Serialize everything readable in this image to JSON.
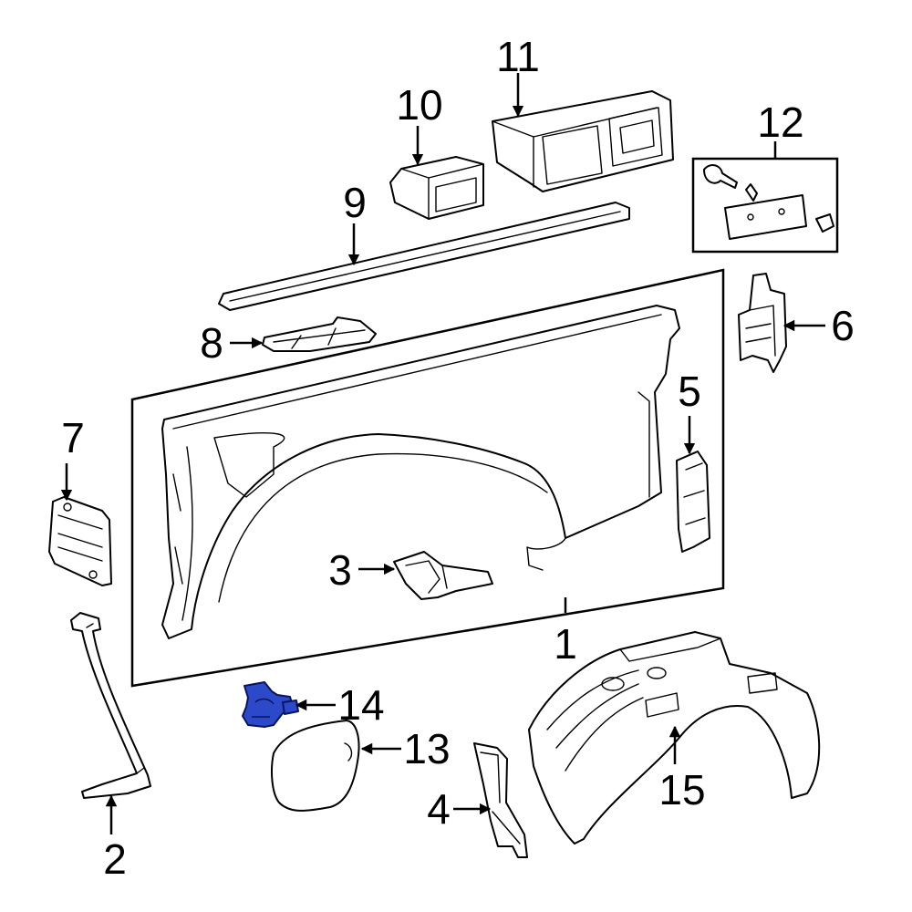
{
  "diagram": {
    "highlight_color": "#2b49c9",
    "line_color": "#000000",
    "background": "#ffffff",
    "callouts": [
      {
        "id": "1",
        "label": "1",
        "part": "side-panel-assembly"
      },
      {
        "id": "2",
        "label": "2",
        "part": "brace"
      },
      {
        "id": "3",
        "label": "3",
        "part": "wheelhouse-bracket"
      },
      {
        "id": "4",
        "label": "4",
        "part": "rear-support"
      },
      {
        "id": "5",
        "label": "5",
        "part": "corner-bracket"
      },
      {
        "id": "6",
        "label": "6",
        "part": "tail-gate-pillar"
      },
      {
        "id": "7",
        "label": "7",
        "part": "side-reinforcement"
      },
      {
        "id": "8",
        "label": "8",
        "part": "front-bracket"
      },
      {
        "id": "9",
        "label": "9",
        "part": "rail-cap"
      },
      {
        "id": "10",
        "label": "10",
        "part": "stake-pocket"
      },
      {
        "id": "11",
        "label": "11",
        "part": "stake-pocket-housing"
      },
      {
        "id": "12",
        "label": "12",
        "part": "hardware-kit"
      },
      {
        "id": "13",
        "label": "13",
        "part": "fuel-door"
      },
      {
        "id": "14",
        "label": "14",
        "part": "fuel-door-hinge",
        "highlighted": true
      },
      {
        "id": "15",
        "label": "15",
        "part": "wheelhouse-liner"
      }
    ]
  }
}
